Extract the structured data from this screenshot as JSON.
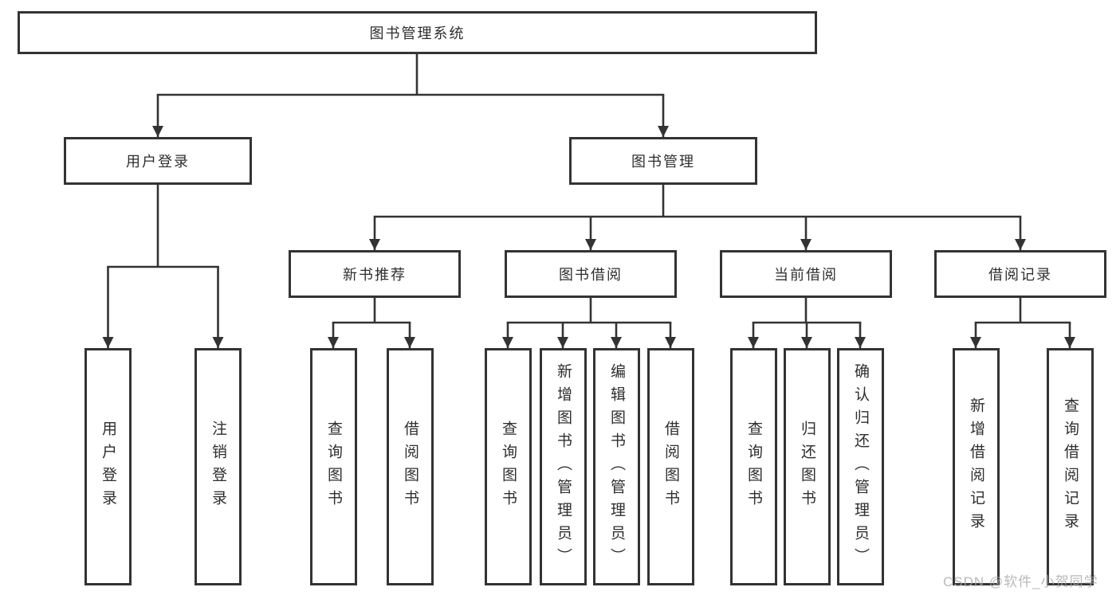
{
  "tree": {
    "root": "图书管理系统",
    "branches": [
      {
        "label": "用户登录",
        "children": [
          "用户登录",
          "注销登录"
        ]
      },
      {
        "label": "图书管理",
        "sections": [
          {
            "label": "新书推荐",
            "children": [
              "查询图书",
              "借阅图书"
            ]
          },
          {
            "label": "图书借阅",
            "children": [
              "查询图书",
              "新增图书（管理员）",
              "编辑图书（管理员）",
              "借阅图书"
            ]
          },
          {
            "label": "当前借阅",
            "children": [
              "查询图书",
              "归还图书",
              "确认归还（管理员）"
            ]
          },
          {
            "label": "借阅记录",
            "children": [
              "新增借阅记录",
              "查询借阅记录"
            ]
          }
        ]
      }
    ]
  },
  "watermark": "CSDN @软件_小贺同学",
  "colors": {
    "line": "#333333",
    "text": "#2e2e2e",
    "box_background": "#ffffff",
    "watermark": "#a8a8a8"
  }
}
